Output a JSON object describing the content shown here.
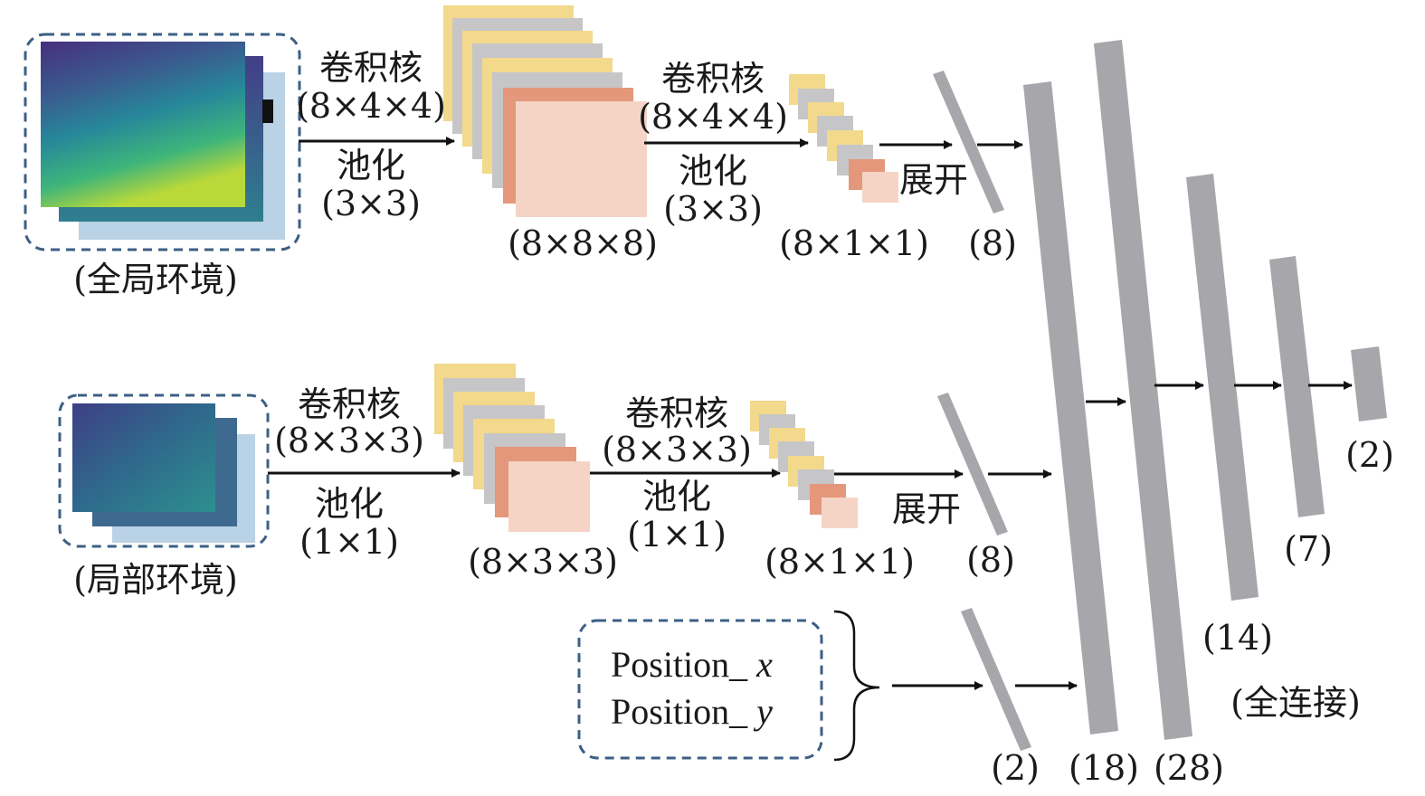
{
  "global_branch": {
    "input_label": "(全局环境)",
    "conv1_label": "卷积核",
    "conv1_kernel": "(8×4×4)",
    "pool1_label": "池化",
    "pool1_size": "(3×3)",
    "map1_dims": "(8×8×8)",
    "conv2_label": "卷积核",
    "conv2_kernel": "(8×4×4)",
    "pool2_label": "池化",
    "pool2_size": "(3×3)",
    "map2_dims": "(8×1×1)",
    "flatten_label": "展开",
    "flat_size": "(8)"
  },
  "local_branch": {
    "input_label": "(局部环境)",
    "conv1_label": "卷积核",
    "conv1_kernel": "(8×3×3)",
    "pool1_label": "池化",
    "pool1_size": "(1×1)",
    "map1_dims": "(8×3×3)",
    "conv2_label": "卷积核",
    "conv2_kernel": "(8×3×3)",
    "pool2_label": "池化",
    "pool2_size": "(1×1)",
    "map2_dims": "(8×1×1)",
    "flatten_label": "展开",
    "flat_size": "(8)"
  },
  "position_branch": {
    "x_label": "Position_ ",
    "x_var": "x",
    "y_label": "Position_ ",
    "y_var": "y",
    "vector_size": "(2)"
  },
  "dense": {
    "layer_sizes": [
      "(18)",
      "(28)",
      "(14)",
      "(7)",
      "(2)"
    ],
    "label": "(全连接)"
  },
  "colors": {
    "layer_gray": "#a7a6aa",
    "feature_yellow": "#f2d98b",
    "feature_gray": "#c6c6c8",
    "feature_orange": "#e4977a",
    "feature_pink": "#f5d4c6",
    "frame_blue": "#3d5f86",
    "back_map_blue": "#b9d2e6"
  }
}
